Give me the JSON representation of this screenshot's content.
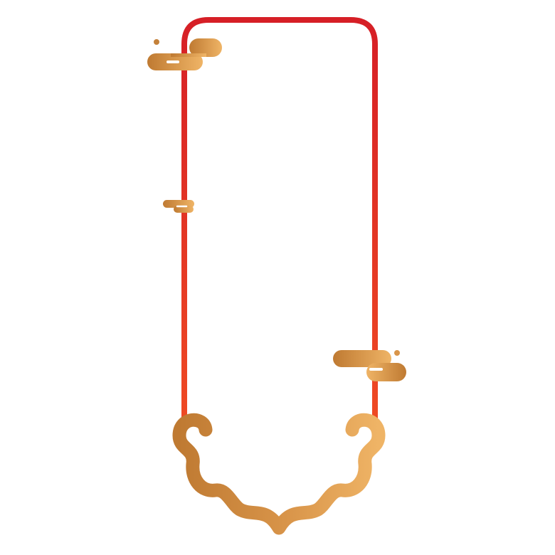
{
  "colors": {
    "frame_top": "#d61f26",
    "frame_bottom": "#ef4a23",
    "gold_light": "#efb466",
    "gold_dark": "#bf7a32",
    "background": "#ffffff"
  },
  "decorations": [
    "red-rounded-frame",
    "gold-cloud-top-left",
    "gold-cloud-middle-left",
    "gold-cloud-bottom-right",
    "gold-scroll-bottom-border"
  ]
}
